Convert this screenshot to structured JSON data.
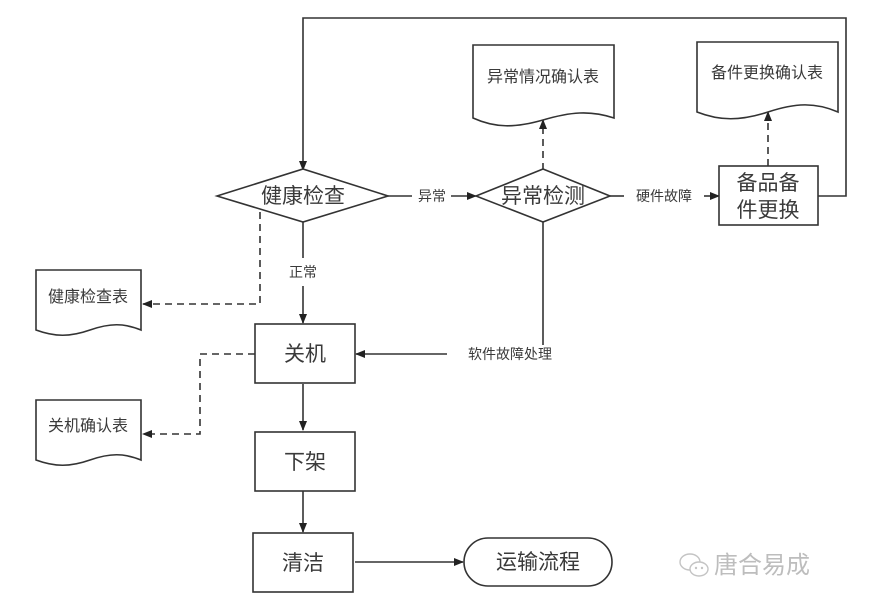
{
  "nodes": {
    "health_check": "健康检查",
    "anomaly_detect": "异常检测",
    "spare_replace_line1": "备品备",
    "spare_replace_line2": "件更换",
    "shutdown": "关机",
    "unshelve": "下架",
    "clean": "清洁",
    "transport": "运输流程"
  },
  "documents": {
    "anomaly_confirm": "异常情况确认表",
    "spare_confirm": "备件更换确认表",
    "health_check_form": "健康检查表",
    "shutdown_confirm": "关机确认表"
  },
  "edge_labels": {
    "abnormal": "异常",
    "hardware_fault": "硬件故障",
    "normal": "正常",
    "software_fault": "软件故障处理"
  },
  "watermark": {
    "text": "唐合易成",
    "icon": "wechat-icon"
  }
}
